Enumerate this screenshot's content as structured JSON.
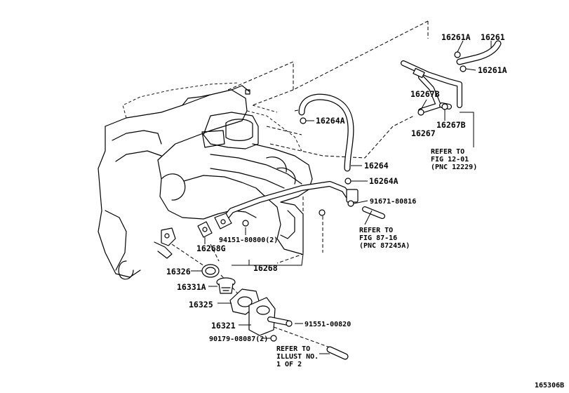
{
  "diagram_id": "165306B",
  "labels": {
    "p16261A_top": "16261A",
    "p16261": "16261",
    "p16261A_right": "16261A",
    "p16267B_left": "16267B",
    "p16267": "16267",
    "p16267B_right": "16267B",
    "p16264A_top": "16264A",
    "p16264": "16264",
    "p16264A_mid": "16264A",
    "p91671": "91671-80816",
    "p94151": "94151-80800(2)",
    "p16268G": "16268G",
    "p16268": "16268",
    "p16326": "16326",
    "p16331A": "16331A",
    "p16325": "16325",
    "p16321": "16321",
    "p91551": "91551-00820",
    "p90179": "90179-08087(2)"
  },
  "refs": {
    "fig1201": {
      "line1": "REFER TO",
      "line2": "FIG 12-01",
      "line3": "(PNC 12229)"
    },
    "fig8716": {
      "line1": "REFER TO",
      "line2": "FIG 87-16",
      "line3": "(PNC 87245A)"
    },
    "illust": {
      "line1": "REFER TO",
      "line2": "ILLUST NO.",
      "line3": "1 OF 2"
    }
  }
}
